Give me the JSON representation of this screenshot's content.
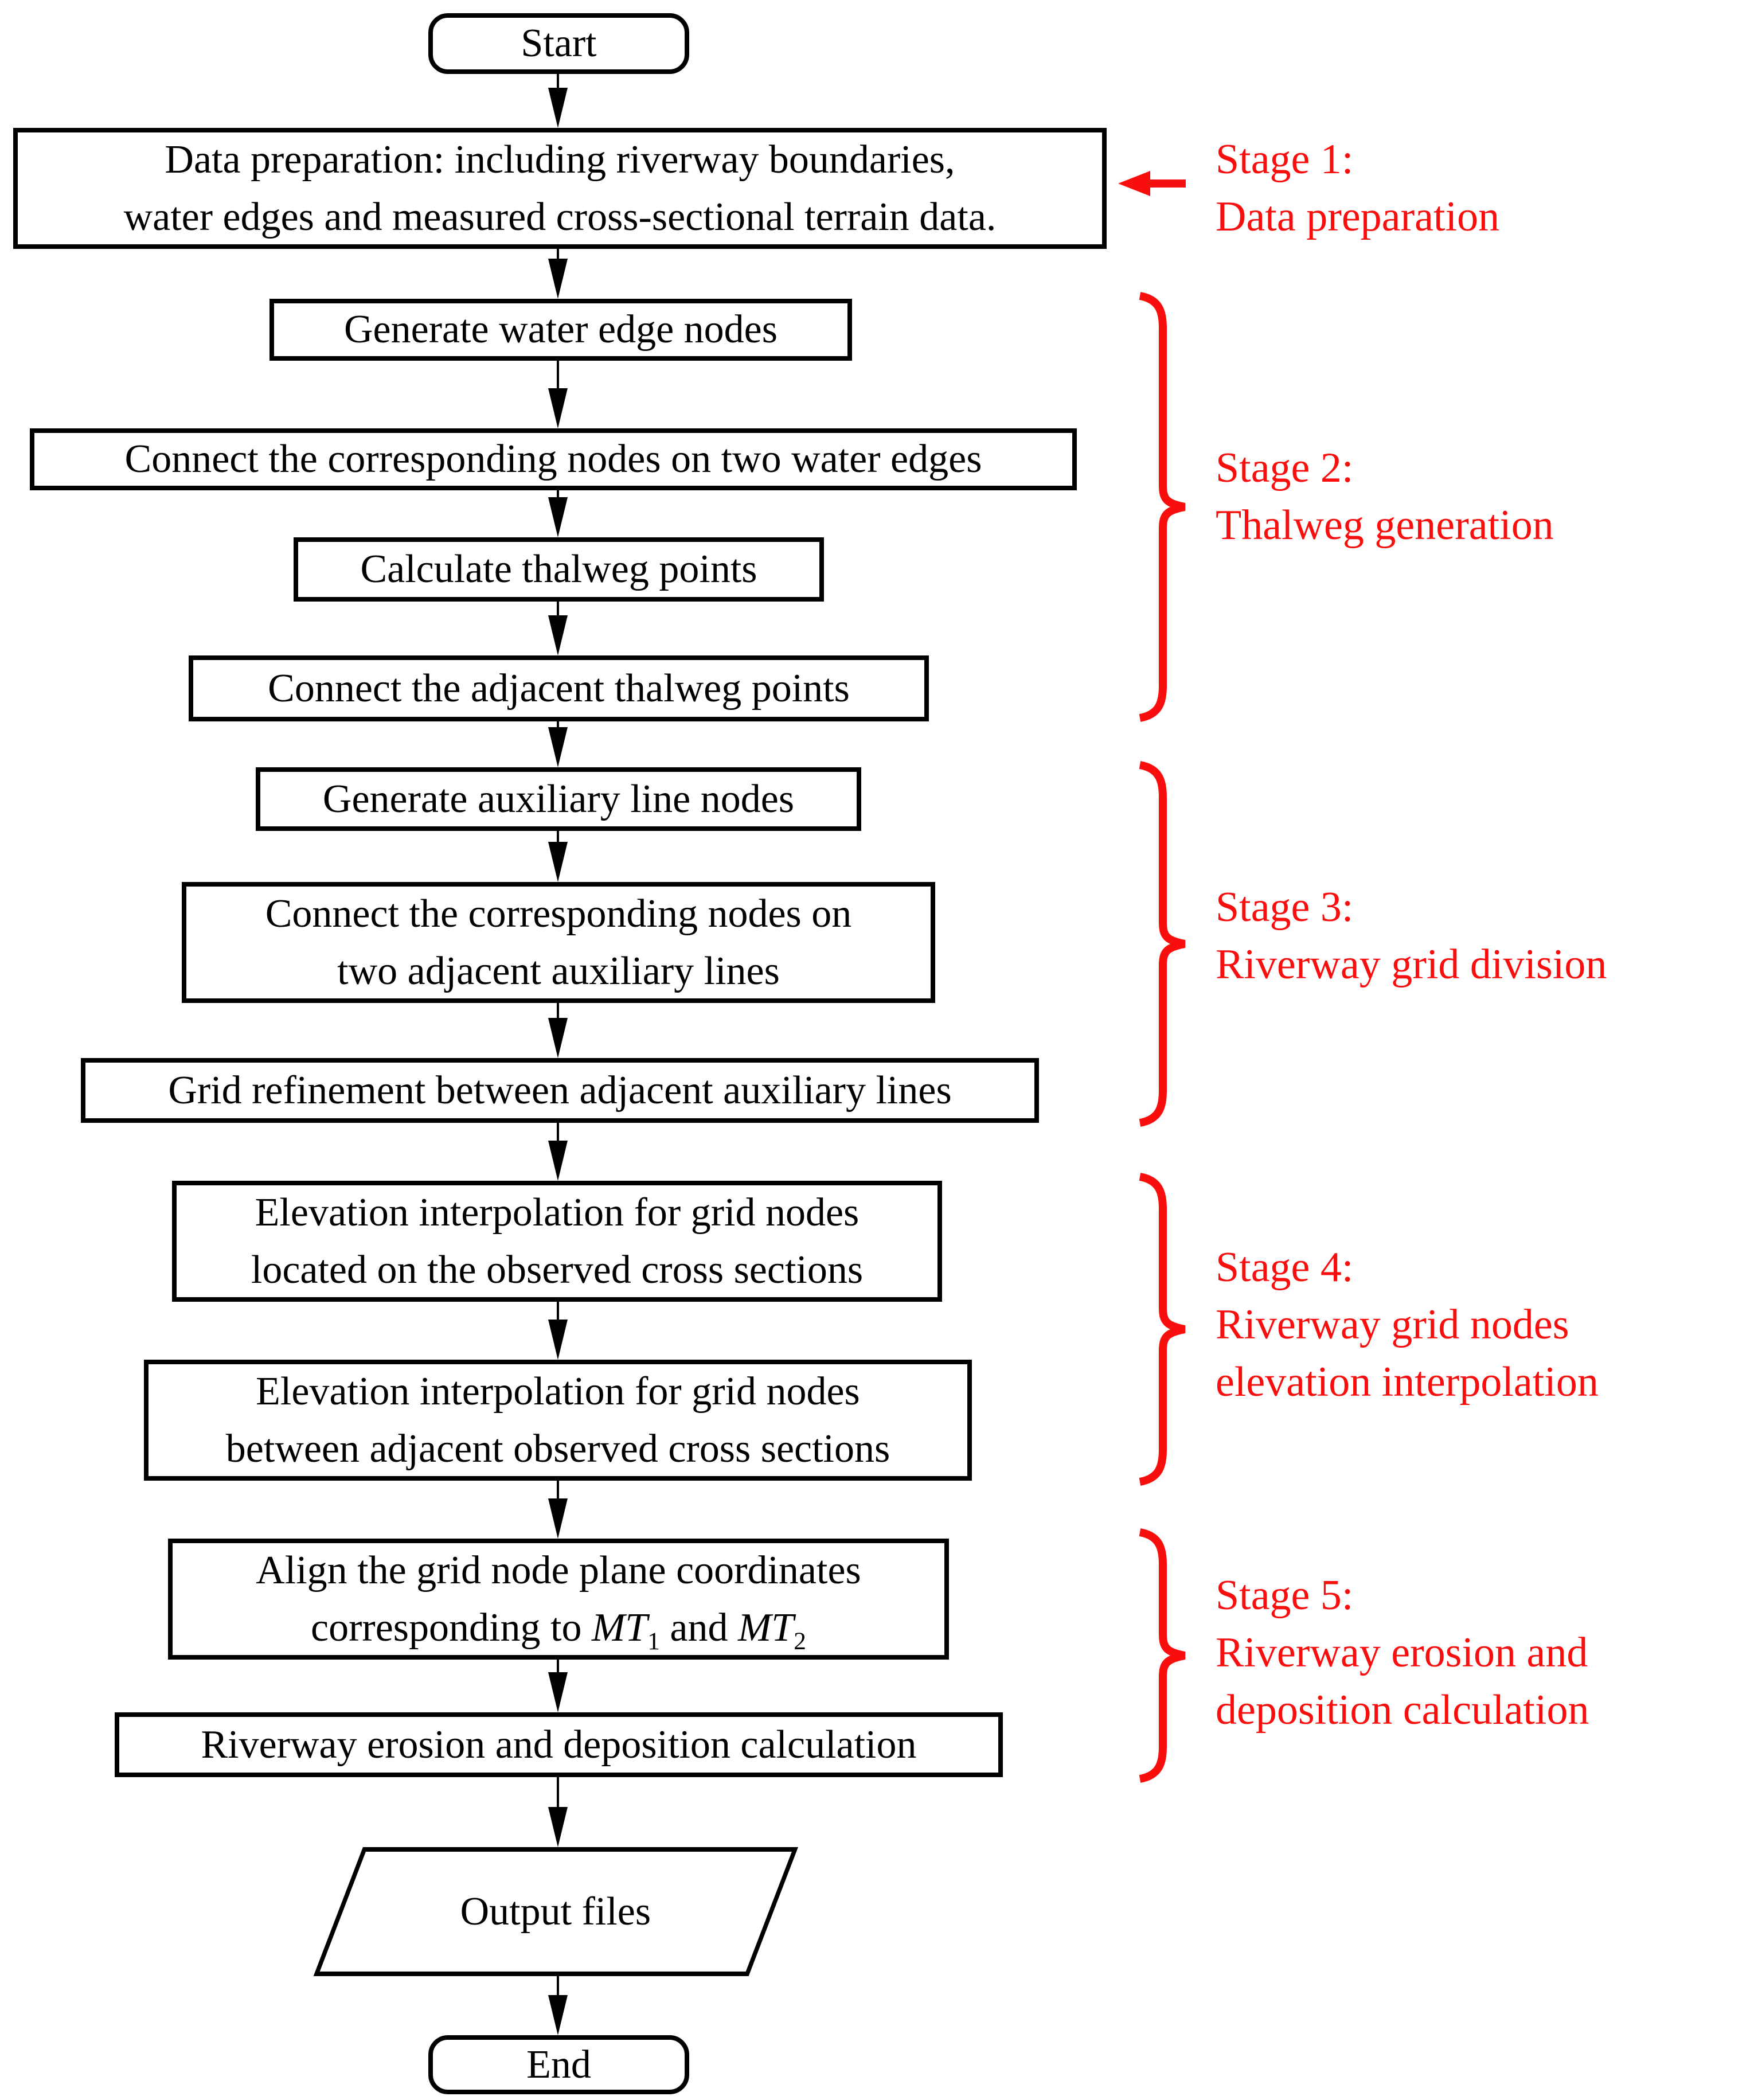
{
  "figure": {
    "type": "flowchart",
    "colors": {
      "ink": "#000000",
      "stage_accent": "#fa0d0d",
      "background": "#ffffff"
    },
    "nodes": {
      "start": {
        "shape": "terminator",
        "label": "Start"
      },
      "data_preparation": {
        "shape": "process",
        "label": [
          "Data preparation: including riverway boundaries,",
          "water edges and measured cross-sectional terrain data."
        ]
      },
      "generate_water_edge_nodes": {
        "shape": "process",
        "label": "Generate water edge nodes"
      },
      "connect_water_edge_nodes": {
        "shape": "process",
        "label": "Connect the corresponding nodes on two water edges"
      },
      "calculate_thalweg_points": {
        "shape": "process",
        "label": "Calculate thalweg points"
      },
      "connect_thalweg_points": {
        "shape": "process",
        "label": "Connect the adjacent thalweg points"
      },
      "generate_auxiliary_line_nodes": {
        "shape": "process",
        "label": "Generate auxiliary line nodes"
      },
      "connect_auxiliary_line_nodes": {
        "shape": "process",
        "label": [
          "Connect the corresponding nodes on",
          "two adjacent auxiliary lines"
        ]
      },
      "grid_refinement": {
        "shape": "process",
        "label": "Grid refinement between adjacent auxiliary lines"
      },
      "elevation_on_cross_sections": {
        "shape": "process",
        "label": [
          "Elevation interpolation for grid nodes",
          "located on the observed cross sections"
        ]
      },
      "elevation_between_cross_sections": {
        "shape": "process",
        "label": [
          "Elevation interpolation for grid nodes",
          "between adjacent observed cross sections"
        ]
      },
      "align_grid_node_coordinates": {
        "shape": "process",
        "line1": "Align the grid node plane coordinates",
        "line2_parts": [
          {
            "text": "corresponding to "
          },
          {
            "text": "MT",
            "italic": true
          },
          {
            "text": "1",
            "sub": true
          },
          {
            "text": " and "
          },
          {
            "text": "MT",
            "italic": true
          },
          {
            "text": "2",
            "sub": true
          }
        ]
      },
      "erosion_deposition_calculation": {
        "shape": "process",
        "label": "Riverway erosion and deposition calculation"
      },
      "output_files": {
        "shape": "data",
        "label": "Output files"
      },
      "end": {
        "shape": "terminator",
        "label": "End"
      }
    },
    "stages": {
      "stage1": {
        "marker": "left-arrow",
        "lines": [
          "Stage 1:",
          "Data preparation"
        ]
      },
      "stage2": {
        "marker": "brace",
        "lines": [
          "Stage 2:",
          "Thalweg generation"
        ]
      },
      "stage3": {
        "marker": "brace",
        "lines": [
          "Stage 3:",
          "Riverway grid division"
        ]
      },
      "stage4": {
        "marker": "brace",
        "lines": [
          "Stage 4:",
          "Riverway grid nodes",
          "elevation interpolation"
        ]
      },
      "stage5": {
        "marker": "brace",
        "lines": [
          "Stage 5:",
          "Riverway erosion and",
          "deposition calculation"
        ]
      }
    }
  }
}
